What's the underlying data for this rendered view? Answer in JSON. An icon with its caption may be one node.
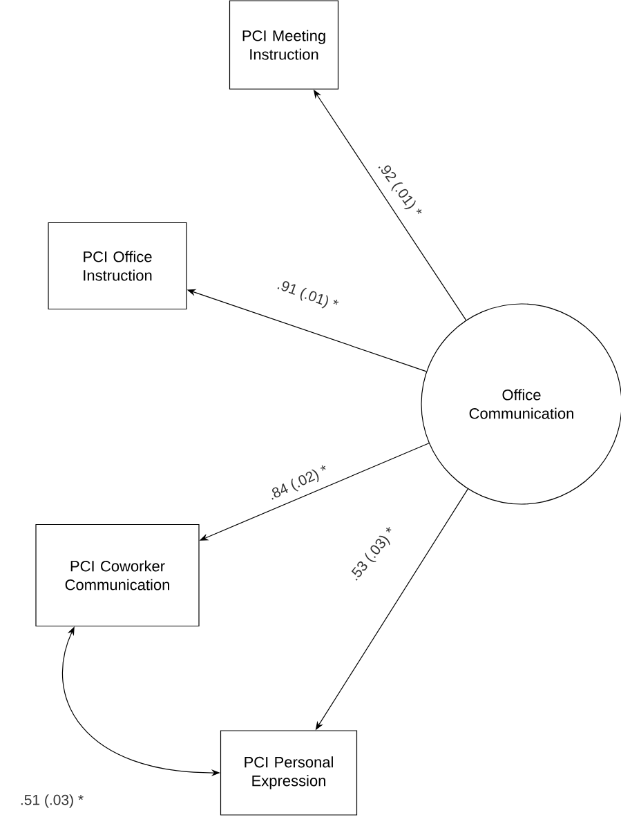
{
  "diagram": {
    "nodes": [
      {
        "text": [
          "PCI Meeting Instruction"
        ]
      },
      {
        "text": [
          "PCI Office Instruction"
        ]
      },
      {
        "text": [
          "Office Communication"
        ]
      },
      {
        "text": [
          "PCI Coworker Communication"
        ]
      },
      {
        "text": [
          "PCI Personal Expression"
        ]
      }
    ],
    "edges": [
      {
        "from": 2,
        "to": 0,
        "arrow": "to",
        "label": ".92 (.01) *"
      },
      {
        "from": 2,
        "to": 1,
        "arrow": "to",
        "label": ".91 (.01) *"
      },
      {
        "from": 2,
        "to": 3,
        "arrow": "to",
        "label": ".84 (.02) *"
      },
      {
        "from": 2,
        "to": 4,
        "arrow": "to",
        "label": ".53 (.03) *"
      },
      {
        "from": 3,
        "to": 4,
        "arrow": "both",
        "label": ".51 (.03) *"
      }
    ]
  }
}
